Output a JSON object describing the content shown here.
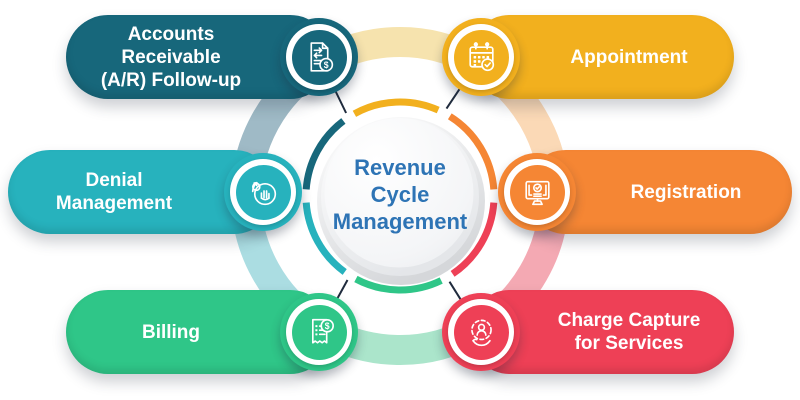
{
  "diagram": {
    "type": "hub-and-spoke",
    "center": {
      "label": "Revenue Cycle Management",
      "lines": [
        "Revenue",
        "Cycle",
        "Management"
      ],
      "text_color": "#2e74b5"
    },
    "nodes": [
      {
        "label": "Accounts Receivable (A/R) Follow-up",
        "lines": [
          "Accounts Receivable",
          "(A/R) Follow-up"
        ],
        "position": "top-left",
        "color": "#17677b",
        "halo_color": "#9fbac6",
        "icon": "document-exchange-dollar-icon"
      },
      {
        "label": "Appointment",
        "lines": [
          "Appointment"
        ],
        "position": "top-right",
        "color": "#f2b01e",
        "halo_color": "#f6e3ae",
        "icon": "calendar-check-icon"
      },
      {
        "label": "Denial Management",
        "lines": [
          "Denial",
          "Management"
        ],
        "position": "middle-left",
        "color": "#27b2bd",
        "halo_color": "#abdde2",
        "icon": "denied-hand-icon"
      },
      {
        "label": "Registration",
        "lines": [
          "Registration"
        ],
        "position": "middle-right",
        "color": "#f58634",
        "halo_color": "#fbd9b6",
        "icon": "monitor-check-icon"
      },
      {
        "label": "Billing",
        "lines": [
          "Billing"
        ],
        "position": "bottom-left",
        "color": "#2fc688",
        "halo_color": "#abe5cb",
        "icon": "billing-receipt-icon"
      },
      {
        "label": "Charge Capture for Services",
        "lines": [
          "Charge Capture",
          "for Services"
        ],
        "position": "bottom-right",
        "color": "#ee4056",
        "halo_color": "#f4a9b3",
        "icon": "hand-person-icon"
      }
    ],
    "connector_color": "#1f2b3d",
    "dollar_glyph": "$"
  }
}
